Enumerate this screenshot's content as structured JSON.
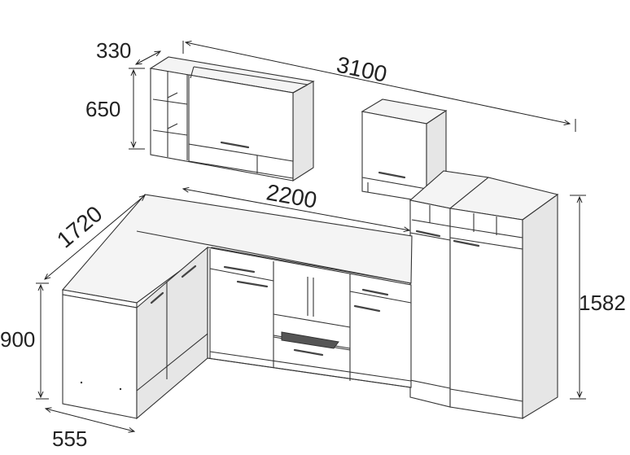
{
  "dimensions": {
    "upper_depth": "330",
    "upper_height": "650",
    "total_width": "3100",
    "counter_width": "2200",
    "corner_length": "1720",
    "base_height": "900",
    "tall_height": "1582",
    "base_depth": "555"
  }
}
